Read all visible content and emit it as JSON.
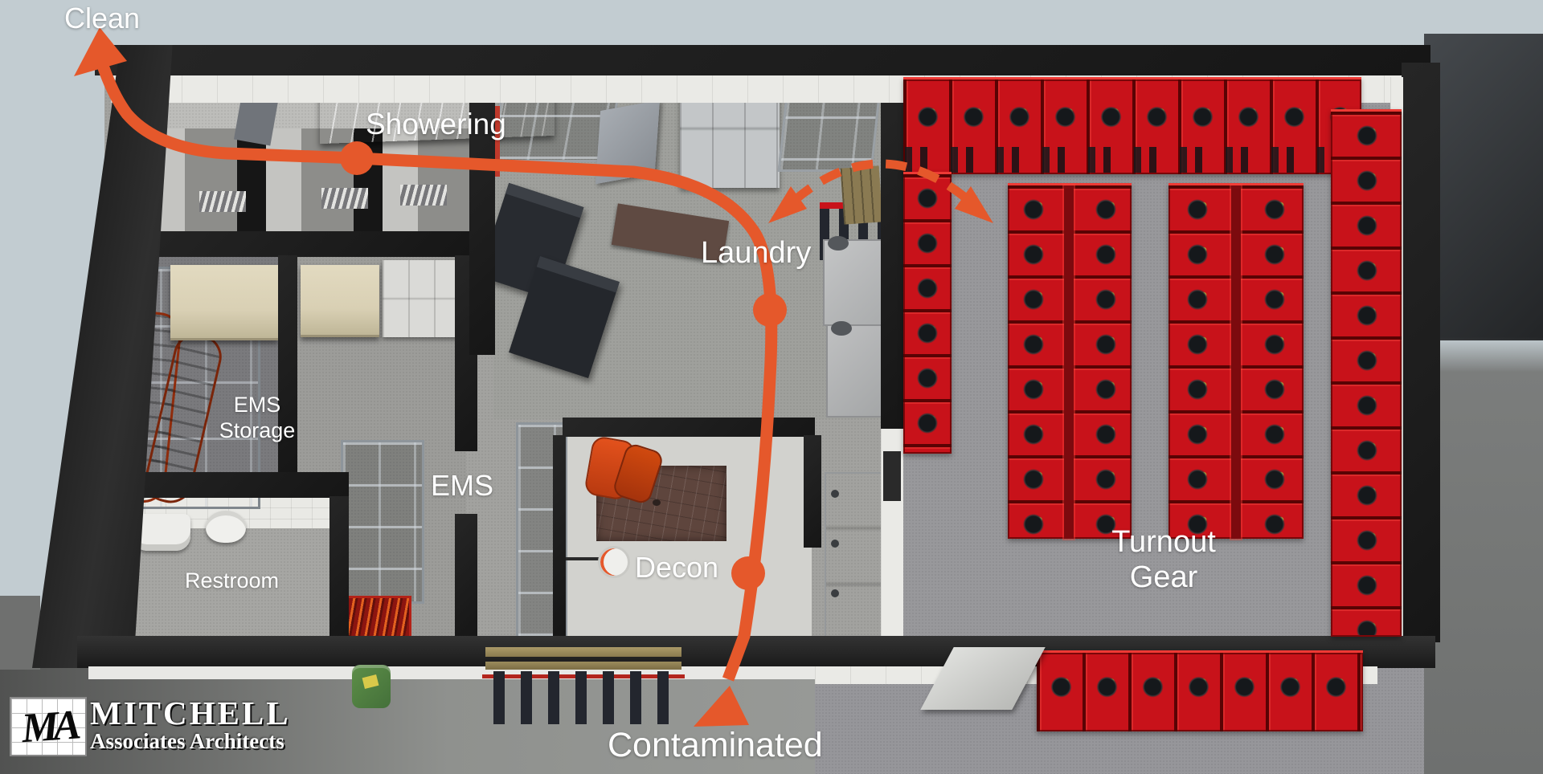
{
  "scene": {
    "description": "3D cutaway floor plan of a fire station decontamination zone with flow path"
  },
  "flow": {
    "clean": "Clean",
    "contaminated": "Contaminated"
  },
  "rooms": {
    "showering": "Showering",
    "laundry": "Laundry",
    "ems_storage": {
      "line1": "EMS",
      "line2": "Storage"
    },
    "ems": "EMS",
    "restroom": "Restroom",
    "decon": "Decon",
    "turnout_gear": {
      "line1": "Turnout",
      "line2": "Gear"
    }
  },
  "logo": {
    "monogram": "MA",
    "name": "MITCHELL",
    "subtitle": "Associates Architects"
  },
  "colors": {
    "background": "#C2CCD1",
    "flow_orange": "#E5582B",
    "locker_red": "#C8121A",
    "wall_dark": "#1B1B1B",
    "carpet_gray": "#9A9A97",
    "bench_wood": "#A8622E",
    "cabinet_tan": "#D9D0B4",
    "decon_tile": "#5E453D",
    "label_white": "#FFFFFF"
  }
}
